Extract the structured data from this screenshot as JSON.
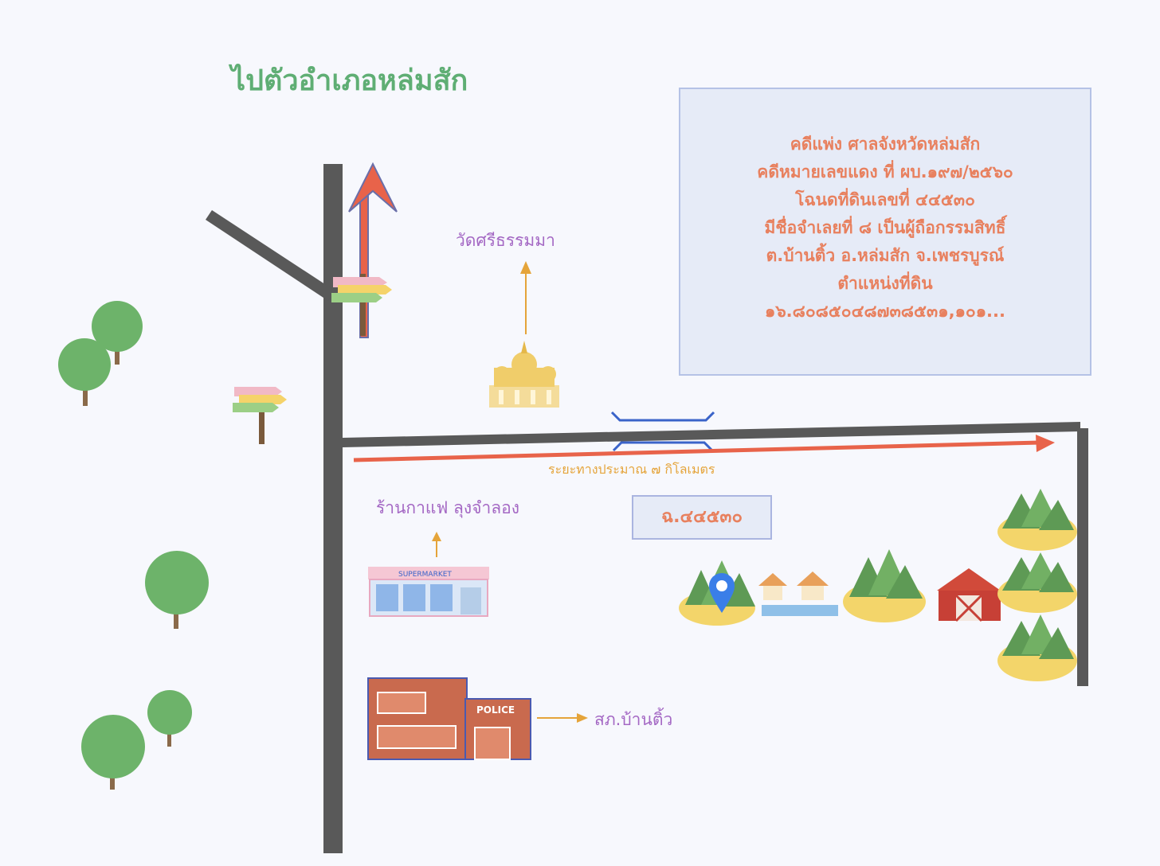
{
  "map": {
    "title": "ไปตัวอำเภอหล่มสัก",
    "info_lines": [
      "คดีแพ่ง  ศาลจังหวัดหล่มสัก",
      "คดีหมายเลขแดง ที่ ผบ.๑๙๗/๒๕๖๐",
      "โฉนดที่ดินเลขที่ ๔๔๕๓๐",
      "มีชื่อจำเลยที่ ๘ เป็นผู้ถือกรรมสิทธิ์",
      "ต.บ้านติ้ว  อ.หล่มสัก  จ.เพชรบูรณ์",
      "ตำแหน่งที่ดิน",
      "๑๖.๘๐๘๕๐๔๘๗๓๘๕๓๑,๑๐๑..."
    ],
    "temple_label": "วัดศรีธรรมมา",
    "distance_label": "ระยะทางประมาณ  ๗  กิโลเมตร",
    "plot_label": "ฉ.๔๔๕๓๐",
    "cafe_label": "ร้านกาแฟ ลุงจำลอง",
    "police_station_label": "สภ.บ้านติ้ว",
    "supermarket_sign": "SUPERMARKET",
    "police_sign": "POLICE"
  },
  "colors": {
    "road": "#595959",
    "route_arrow": "#e8634a",
    "title_green": "#5fae74",
    "label_purple": "#a468c4",
    "info_text": "#e8805e",
    "distance_text": "#e5a43a",
    "tree": "#6db36a"
  }
}
